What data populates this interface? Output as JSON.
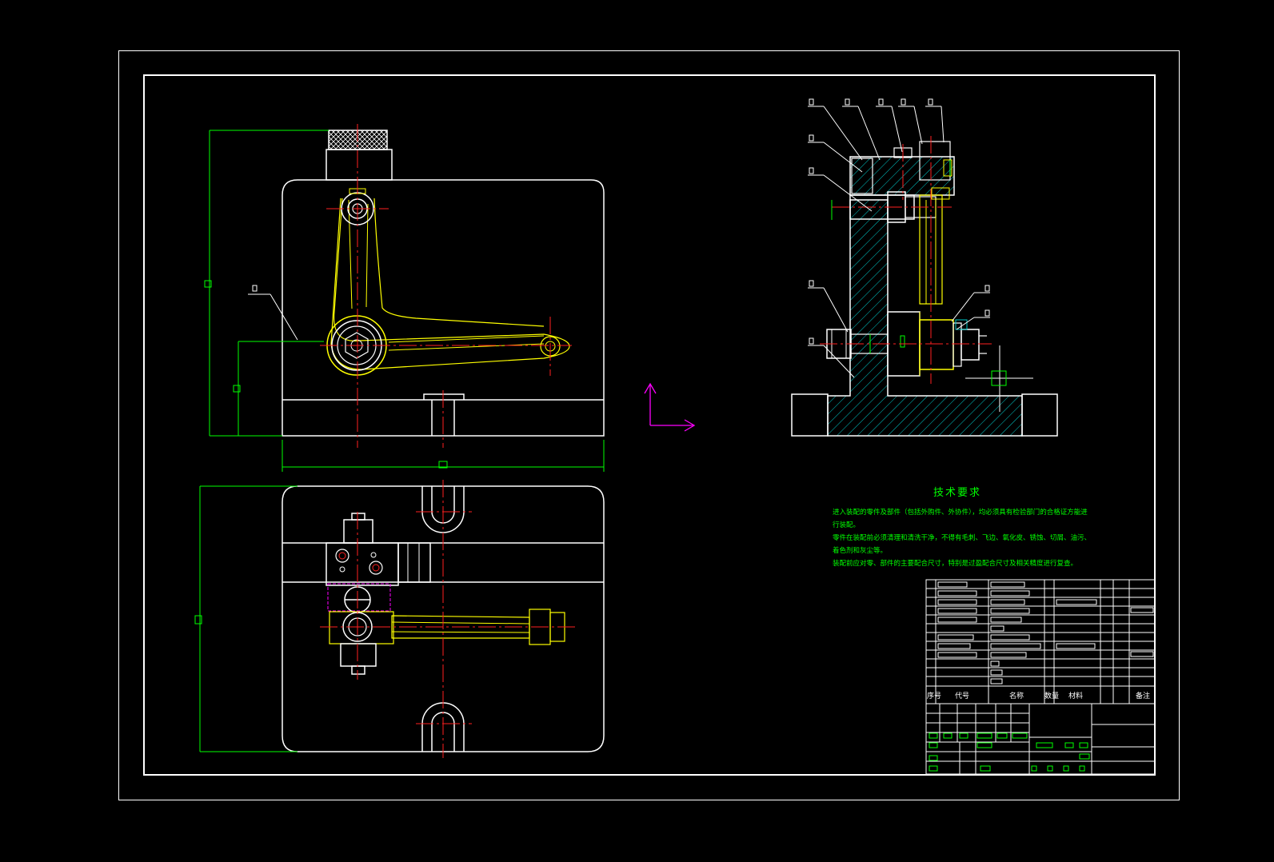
{
  "technical_requirements": {
    "title": "技术要求",
    "lines": [
      "进入装配的零件及部件（包括外购件、外协件），均必须具有检验部门的合格证方能进",
      "行装配。",
      "零件在装配前必须清理和清洗干净，不得有毛刺、飞边、氧化皮、锈蚀、切屑、油污、",
      "着色剂和灰尘等。",
      "装配前应对零、部件的主要配合尺寸，特别是过盈配合尺寸及相关精度进行复查。"
    ]
  },
  "parts_list_header": {
    "seq": "序号",
    "code": "代号",
    "name": "名称",
    "qty": "数量",
    "material": "材料",
    "remark": "备注"
  },
  "colors": {
    "outline": "#ffffff",
    "center_line": "#ff2020",
    "dimension": "#00ff00",
    "part": "#ffff00",
    "hatch": "#00c8c8",
    "ucs": "#ff00ff",
    "hidden": "#ff00ff"
  }
}
